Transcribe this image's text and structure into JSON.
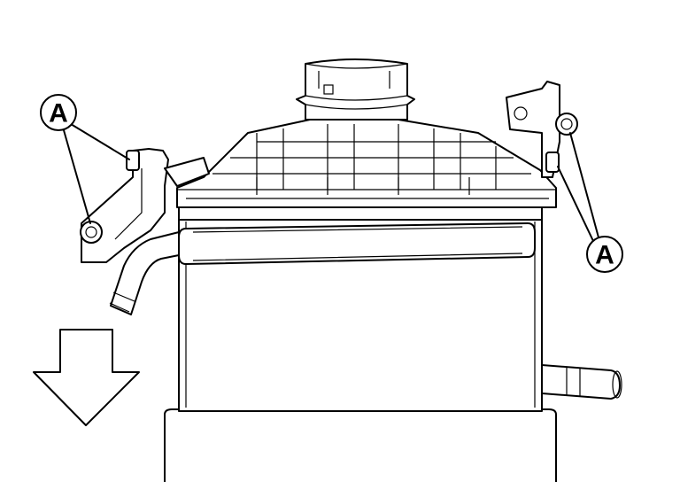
{
  "diagram": {
    "callouts": [
      {
        "id": "left",
        "label": "A"
      },
      {
        "id": "right",
        "label": "A"
      }
    ],
    "colors": {
      "line": "#000000",
      "background": "#ffffff"
    }
  }
}
